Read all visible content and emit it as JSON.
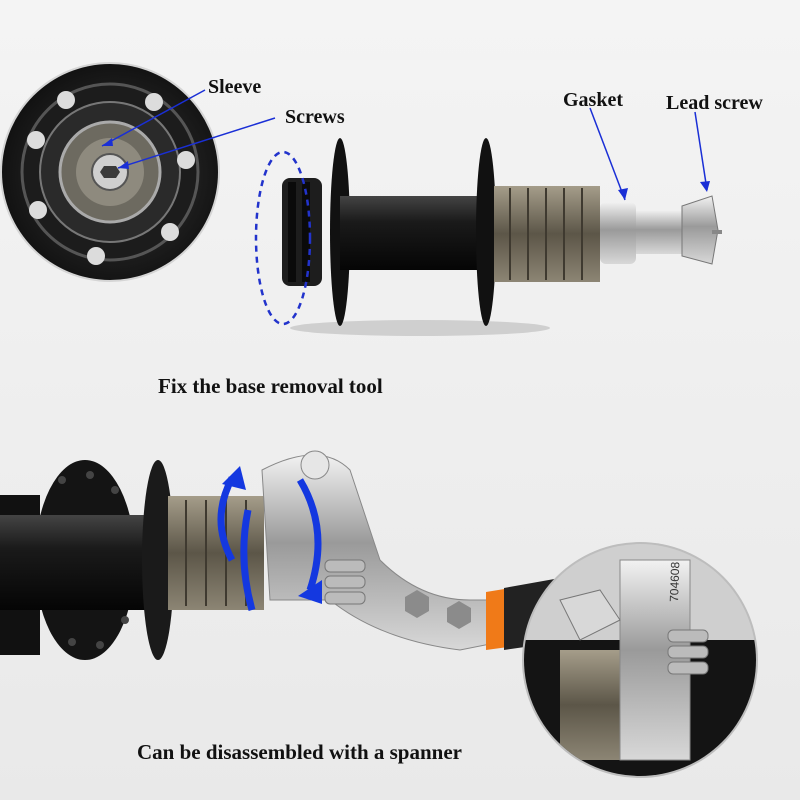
{
  "labels": {
    "sleeve": "Sleeve",
    "screws": "Screws",
    "gasket": "Gasket",
    "lead_screw": "Lead screw"
  },
  "captions": {
    "top": "Fix the base removal tool",
    "bottom": "Can be disassembled with a spanner"
  },
  "wrench_marking": "704608",
  "colors": {
    "callout_arrow": "#1a2fd6",
    "rotation_arrow": "#1438e0",
    "hub_black": "#151515",
    "wrench_handle": "#f07a18",
    "dashed_outline": "#2233cc"
  }
}
